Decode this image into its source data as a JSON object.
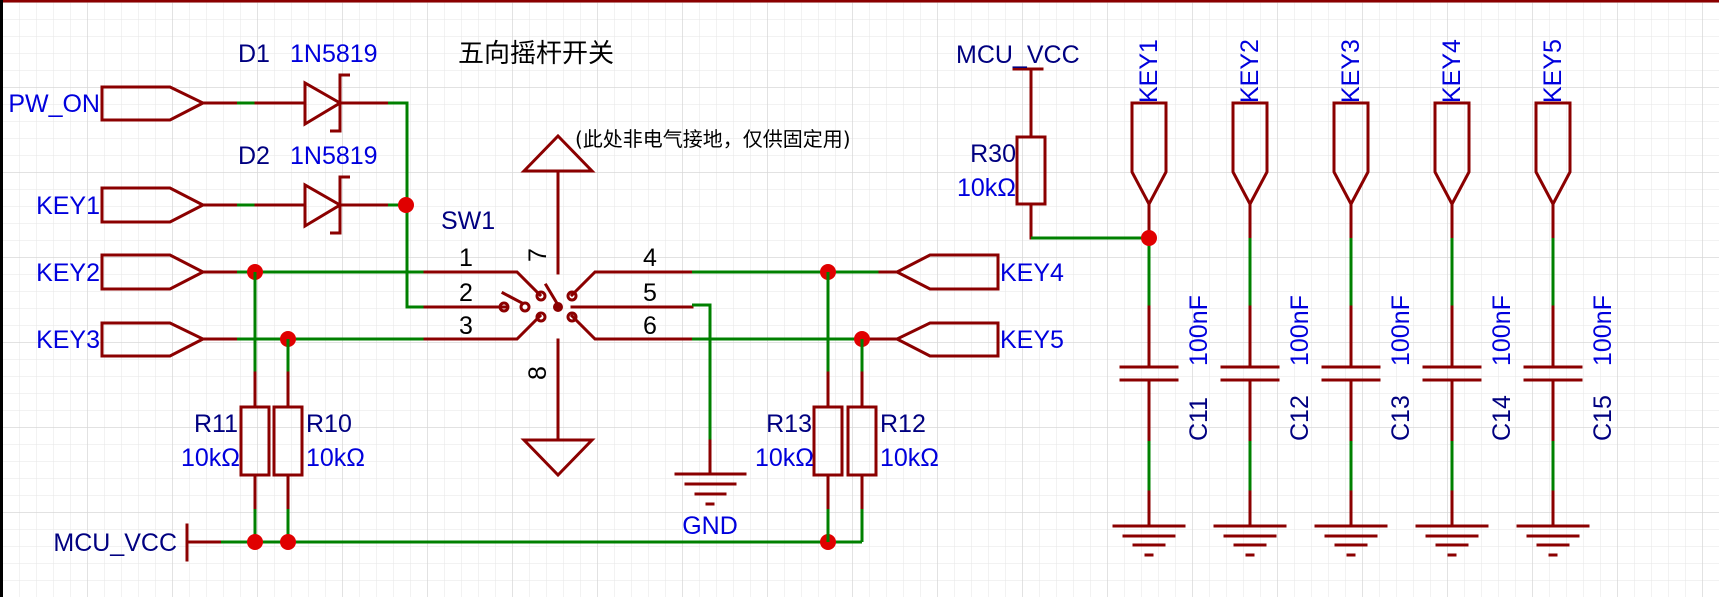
{
  "schematic": {
    "title": "五向摇杆开关",
    "note": "(此处非电气接地，仅供固定用)",
    "colors": {
      "wire": "#008000",
      "part": "#8b0000",
      "junction": "#e00000",
      "ref_text": "#000080",
      "value_text": "#0000dd"
    },
    "diodes": [
      {
        "ref": "D1",
        "value": "1N5819",
        "input_net": "PW_ON"
      },
      {
        "ref": "D2",
        "value": "1N5819",
        "input_net": "KEY1"
      }
    ],
    "switch": {
      "ref": "SW1",
      "pins": [
        "1",
        "2",
        "3",
        "4",
        "5",
        "6",
        "7",
        "8"
      ]
    },
    "left_nets": [
      "KEY2",
      "KEY3"
    ],
    "right_nets": [
      "KEY4",
      "KEY5"
    ],
    "pullups_left": [
      {
        "ref": "R11",
        "value": "10kΩ"
      },
      {
        "ref": "R10",
        "value": "10kΩ"
      }
    ],
    "pullups_right": [
      {
        "ref": "R13",
        "value": "10kΩ"
      },
      {
        "ref": "R12",
        "value": "10kΩ"
      }
    ],
    "power_net": "MCU_VCC",
    "power_net_top": "MCU_VCC",
    "gnd_label": "GND",
    "r30": {
      "ref": "R30",
      "value": "10kΩ"
    },
    "caps": [
      {
        "net": "KEY1",
        "ref": "C11",
        "value": "100nF"
      },
      {
        "net": "KEY2",
        "ref": "C12",
        "value": "100nF"
      },
      {
        "net": "KEY3",
        "ref": "C13",
        "value": "100nF"
      },
      {
        "net": "KEY4",
        "ref": "C14",
        "value": "100nF"
      },
      {
        "net": "KEY5",
        "ref": "C15",
        "value": "100nF"
      }
    ]
  }
}
